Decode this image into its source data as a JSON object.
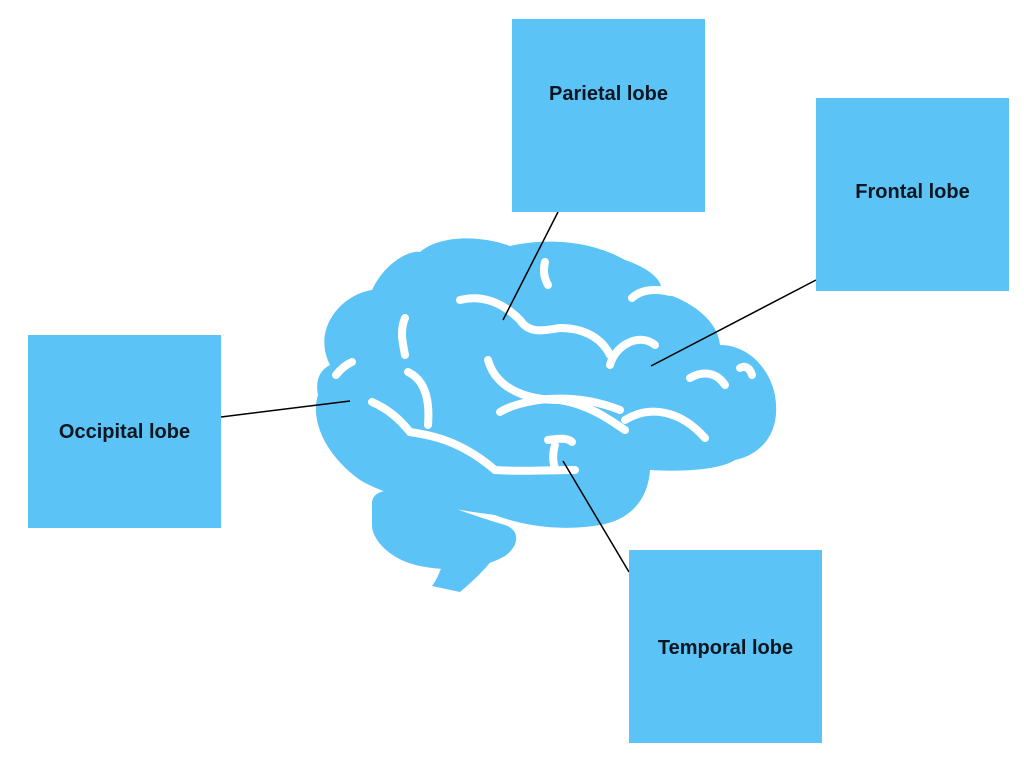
{
  "colors": {
    "brain_fill": "#5bc3f5",
    "box_fill": "#5bc3f5",
    "leader_line": "#000000",
    "label_text": "#0b1620"
  },
  "icons": {
    "brain": "brain-icon"
  },
  "labels": {
    "parietal": "Parietal lobe",
    "frontal": "Frontal lobe",
    "occipital": "Occipital lobe",
    "temporal": "Temporal lobe"
  }
}
